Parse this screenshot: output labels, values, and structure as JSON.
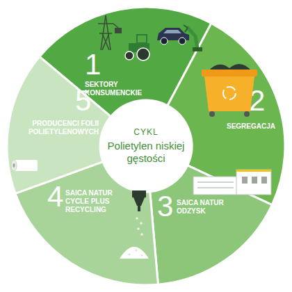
{
  "diagram": {
    "nodes": [
      {
        "text": [
          "1",
          "SEKTORY KONSUMENCKIE"
        ]
      },
      {
        "text": [
          "2",
          "SEGREGACJA"
        ]
      },
      {
        "text": [
          "3",
          "SAICA NATUR ODZYSK"
        ]
      },
      {
        "text": [
          "4",
          "SAICA NATUR CYCLE PLUS RECYCLING"
        ]
      },
      {
        "text": [
          "5",
          "PRODUCENCI FOLII POLIETYLENOWYCH"
        ]
      },
      {
        "text": [
          "CYKL",
          "Polietylen niskiej gęstości"
        ]
      }
    ]
  }
}
